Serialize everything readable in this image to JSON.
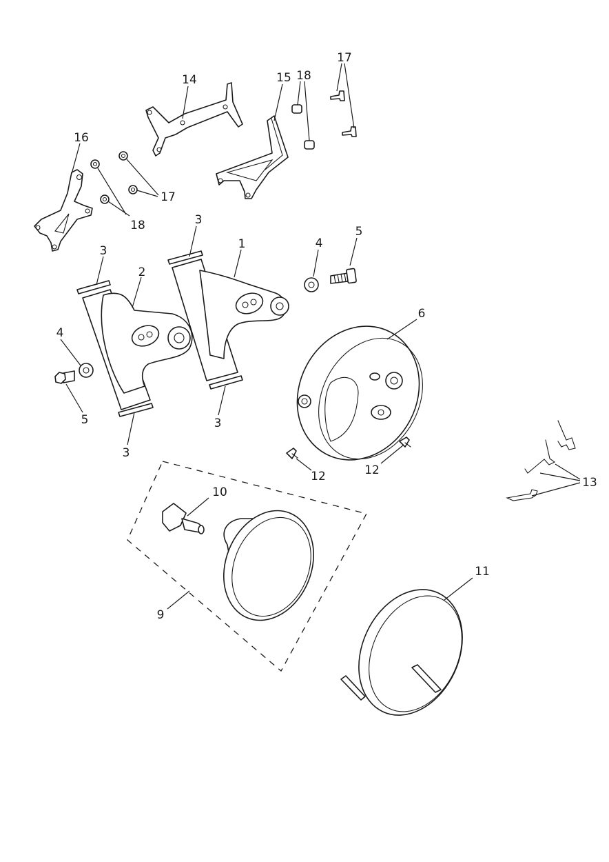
{
  "callouts": {
    "p1": "1",
    "p2": "2",
    "p3a": "3",
    "p3b": "3",
    "p3c": "3",
    "p3d": "3",
    "p4a": "4",
    "p4b": "4",
    "p5a": "5",
    "p5b": "5",
    "p6": "6",
    "p9": "9",
    "p10": "10",
    "p11": "11",
    "p12a": "12",
    "p12b": "12",
    "p13": "13",
    "p14": "14",
    "p15": "15",
    "p16": "16",
    "p17a": "17",
    "p17b": "17",
    "p18a": "18",
    "p18b": "18"
  },
  "colors": {
    "line": "#1a1a1a",
    "background": "#ffffff"
  }
}
